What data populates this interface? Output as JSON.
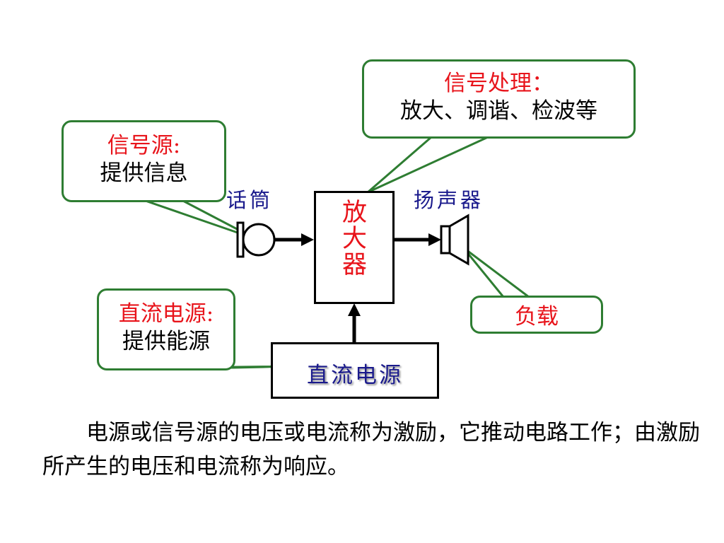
{
  "callouts": {
    "signal_source": {
      "title": "信号源:",
      "body": "提供信息"
    },
    "signal_processing": {
      "title": "信号处理：",
      "body": "放大、调谐、检波等"
    },
    "dc_power": {
      "title": "直流电源:",
      "body": "提供能源"
    },
    "load": {
      "body": "负载"
    }
  },
  "devices": {
    "microphone": "话筒",
    "speaker": "扬声器"
  },
  "blocks": {
    "amplifier": "放大器",
    "dc_supply": "直流电源"
  },
  "footnote": "电源或信号源的电压或电流称为激励，它推动电路工作；由激励所产生的电压和电流称为响应。",
  "colors": {
    "callout_border": "#2e7d32",
    "title_red": "#e8141b",
    "label_blue": "#1a1a8c"
  }
}
